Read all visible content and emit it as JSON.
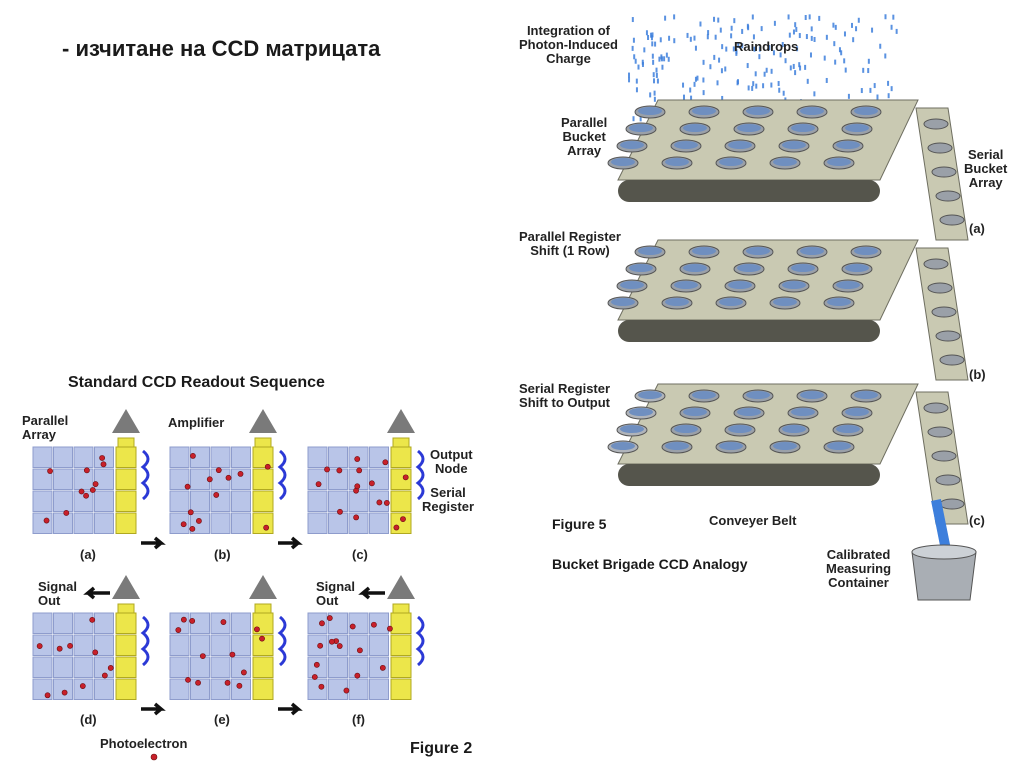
{
  "heading": "- изчитане на CCD матрицата",
  "figure2": {
    "title": "Standard CCD Readout Sequence",
    "labels": {
      "parallel_array": "Parallel\nArray",
      "amplifier": "Amplifier",
      "output_node": "Output\nNode",
      "serial_register": "Serial\nRegister",
      "signal_out": "Signal\nOut",
      "photoelectron": "Photoelectron"
    },
    "panels": [
      "(a)",
      "(b)",
      "(c)",
      "(d)",
      "(e)",
      "(f)"
    ],
    "caption": "Figure 2"
  },
  "figure5": {
    "labels": {
      "integration": "Integration of\nPhoton-Induced\nCharge",
      "raindrops": "Raindrops",
      "parallel_bucket": "Parallel\nBucket\nArray",
      "serial_bucket": "Serial\nBucket\nArray",
      "parallel_shift": "Parallel Register\nShift (1 Row)",
      "serial_shift": "Serial Register\nShift to Output",
      "conveyer": "Conveyer Belt",
      "calibrated": "Calibrated\nMeasuring\nContainer"
    },
    "panels": [
      "(a)",
      "(b)",
      "(c)"
    ],
    "caption": "Figure 5",
    "subtitle": "Bucket Brigade CCD Analogy"
  },
  "colors": {
    "pixel": "#b9c5e8",
    "register": "#ece64a",
    "electron": "#c8202a",
    "arrow": "#2b39d6",
    "amp": "#7a7a7a",
    "belt": "#c9c9b2",
    "water": "#3d7fdc"
  }
}
